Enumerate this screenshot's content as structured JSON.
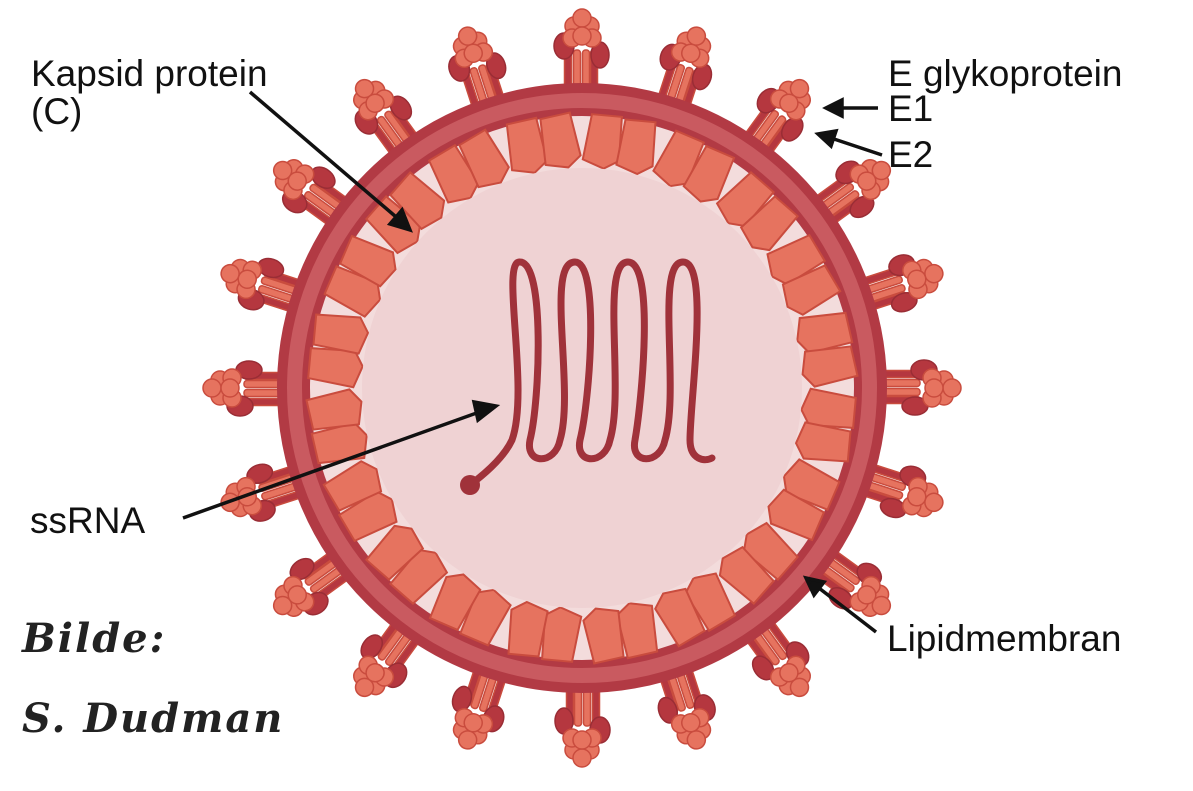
{
  "labels": {
    "capsid_line1": "Kapsid protein",
    "capsid_line2": "(C)",
    "e_glyco": "E glykoprotein",
    "e1": "E1",
    "e2": "E2",
    "ssrna": "ssRNA",
    "lipid": "Lipidmembran"
  },
  "credit": {
    "line1": "Bilde:",
    "line2": "S. Dudman"
  },
  "colors": {
    "membrane": "#c95a60",
    "membrane_edge": "#b23a44",
    "interior": "#f0d3d4",
    "capsid": "#e6735f",
    "capsid_edge": "#c94c3e",
    "spike_dark": "#b5373f",
    "rna": "#a0323a"
  }
}
